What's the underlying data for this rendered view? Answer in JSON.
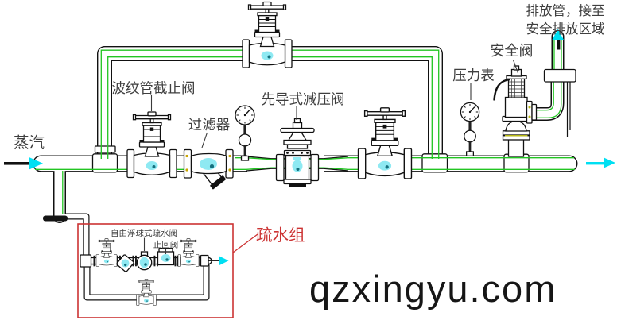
{
  "diagram": {
    "title_labels": {
      "steam": "蒸汽",
      "bellows_globe_valve": "波纹管截止阀",
      "strainer": "过滤器",
      "pilot_prv": "先导式减压阀",
      "pressure_gauge": "压力表",
      "safety_valve": "安全阀",
      "discharge_line1": "排放管，接至",
      "discharge_line2": "安全排放区域",
      "float_trap": "自由浮球式疏水阀",
      "check_valve": "止回阀",
      "drain_group": "疏水组"
    },
    "watermark": "qzxingyu.com",
    "colors": {
      "pipe_outline": "#111111",
      "flow_line_green": "#22c522",
      "arrow_cyan": "#00dff2",
      "condensate_cyan": "#8ee9f2",
      "condensate_dot": "#15707e",
      "drain_box_red": "#cc3333",
      "label_gray": "#3f3f3f",
      "gasket_yellow": "#b7b714",
      "watermark_black": "#161616"
    }
  }
}
